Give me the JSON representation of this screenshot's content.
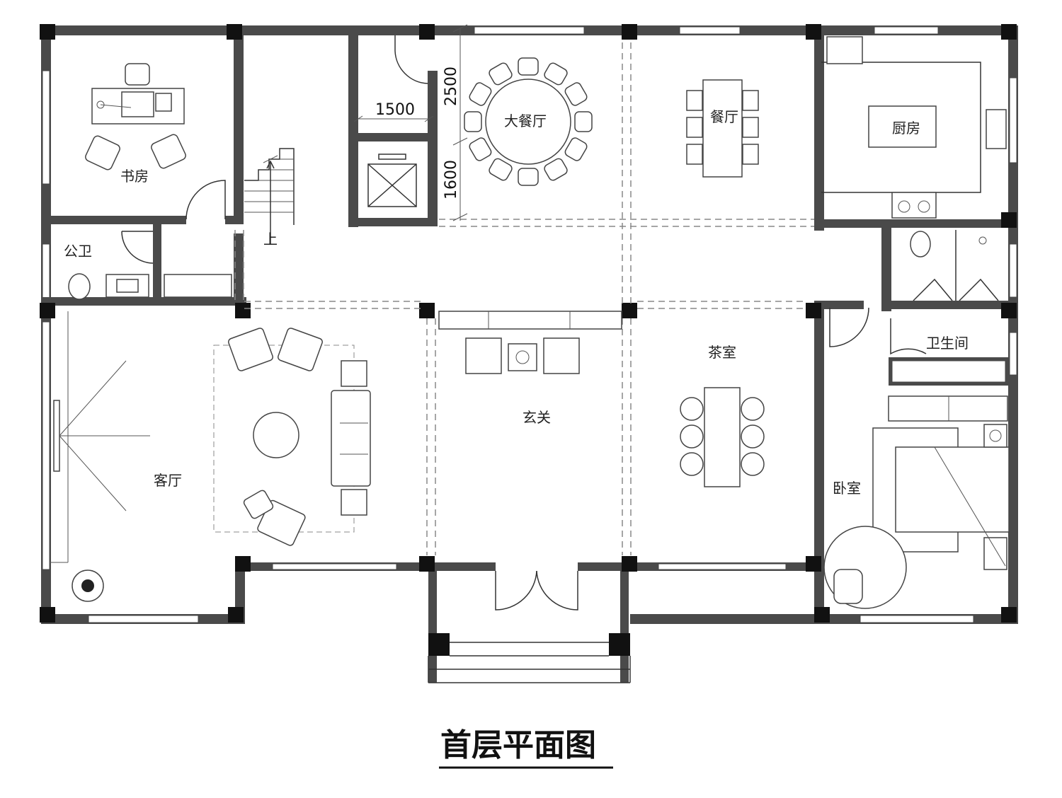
{
  "title": "首层平面图",
  "rooms": {
    "study": "书房",
    "public_wc": "公卫",
    "stair_up": "上",
    "big_dining": "大餐厅",
    "dining": "餐厅",
    "kitchen": "厨房",
    "living": "客厅",
    "foyer": "玄关",
    "tea_room": "茶室",
    "bathroom": "卫生间",
    "bedroom": "卧室"
  },
  "dimensions": {
    "width_1500": "1500",
    "height_2500": "2500",
    "height_1600": "1600"
  }
}
